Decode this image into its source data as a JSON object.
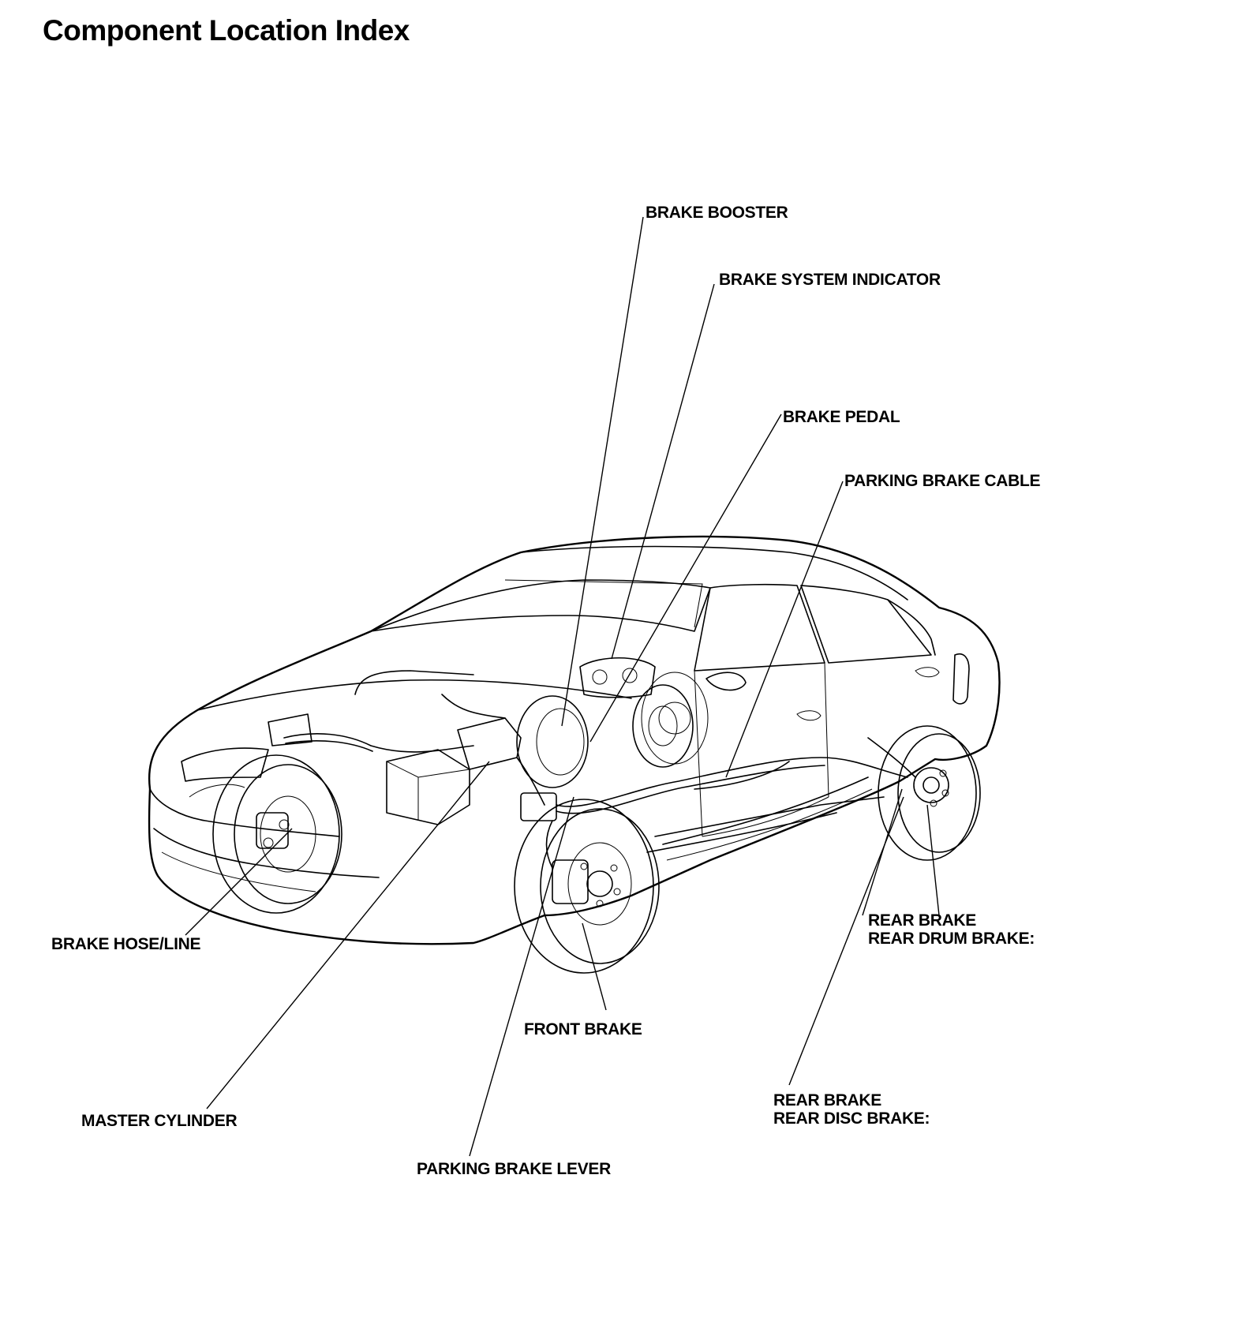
{
  "header": {
    "title": "Component Location Index"
  },
  "callouts": {
    "brake_booster": "BRAKE BOOSTER",
    "brake_system_indicator": "BRAKE SYSTEM INDICATOR",
    "brake_pedal": "BRAKE PEDAL",
    "parking_brake_cable": "PARKING BRAKE CABLE",
    "brake_hose_line": "BRAKE HOSE/LINE",
    "rear_brake_drum_line1": "REAR BRAKE",
    "rear_brake_drum_line2": "REAR DRUM BRAKE:",
    "front_brake": "FRONT BRAKE",
    "master_cylinder": "MASTER CYLINDER",
    "rear_brake_disc_line1": "REAR BRAKE",
    "rear_brake_disc_line2": "REAR DISC BRAKE:",
    "parking_brake_lever": "PARKING BRAKE LEVER"
  }
}
